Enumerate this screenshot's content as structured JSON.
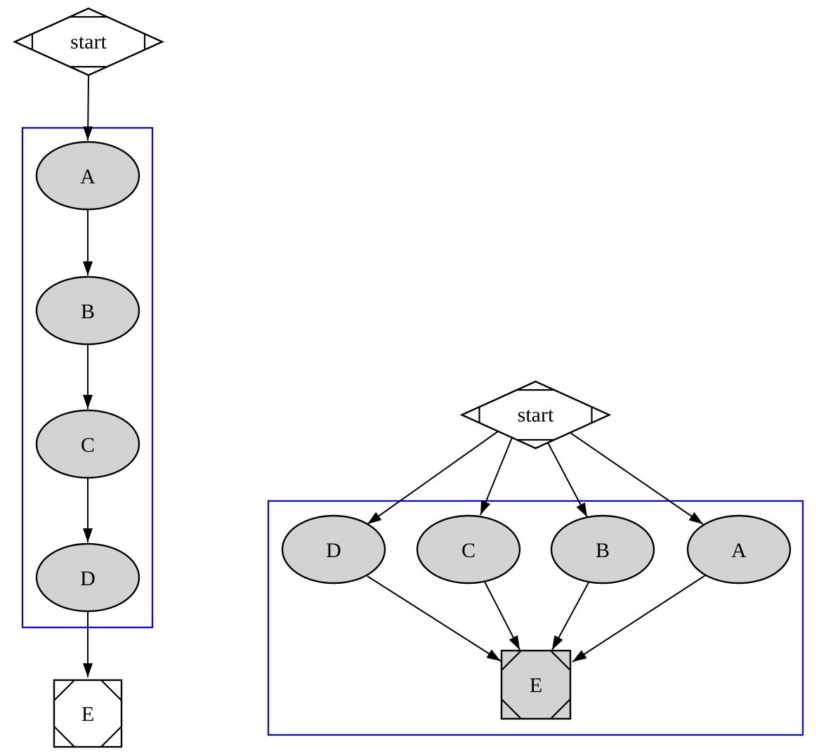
{
  "colors": {
    "background": "#ffffff",
    "text_color": "#000000",
    "node_fill": "#d3d3d3",
    "node_stroke": "#000000",
    "edge_color": "#000000",
    "cluster_stroke": "#0909dd",
    "start_fill": "#ffffff",
    "end_fill_left": "#ffffff",
    "end_fill_right": "#d3d3d3"
  },
  "graphs": [
    {
      "id": "sequential-pipeline",
      "start_label": "start",
      "nodes": [
        "A",
        "B",
        "C",
        "D"
      ],
      "end_label": "E"
    },
    {
      "id": "parallel-fanout",
      "start_label": "start",
      "nodes": [
        "D",
        "C",
        "B",
        "A"
      ],
      "end_label": "E"
    }
  ]
}
